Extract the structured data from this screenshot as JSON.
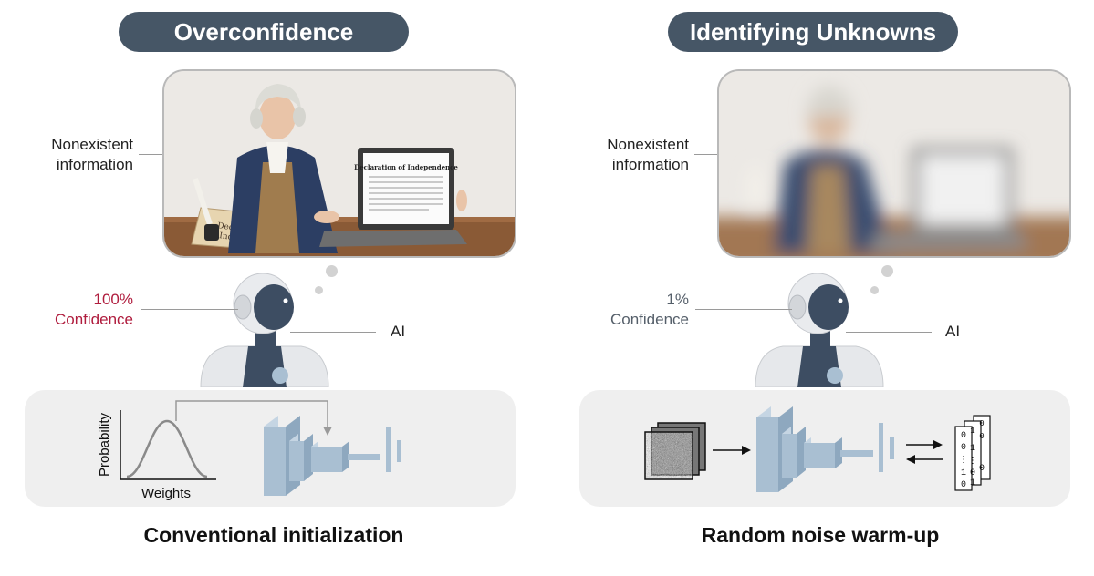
{
  "left": {
    "title": "Overconfidence",
    "info_label_line1": "Nonexistent",
    "info_label_line2": "information",
    "confidence_value": "100%",
    "confidence_word": "Confidence",
    "ai_label": "AI",
    "y_axis_label": "Probability",
    "x_axis_label": "Weights",
    "caption": "Conventional initialization",
    "document_title": "Declaration of Independence",
    "scroll_title_line1": "Declaration",
    "scroll_title_line2": "Independence"
  },
  "right": {
    "title": "Identifying Unknowns",
    "info_label_line1": "Nonexistent",
    "info_label_line2": "information",
    "confidence_value": "1%",
    "confidence_word": "Confidence",
    "ai_label": "AI",
    "caption": "Random noise warm-up",
    "label_card_rows": [
      "0",
      "0",
      "1",
      "0",
      "0",
      "1",
      "⋮",
      "⋮",
      "1",
      "0",
      "0",
      "0",
      "1"
    ]
  },
  "colors": {
    "pill": "#465666",
    "confidence_high": "#b01d3e",
    "confidence_low": "#555f6a",
    "network_blue": "#a9bfd2"
  }
}
